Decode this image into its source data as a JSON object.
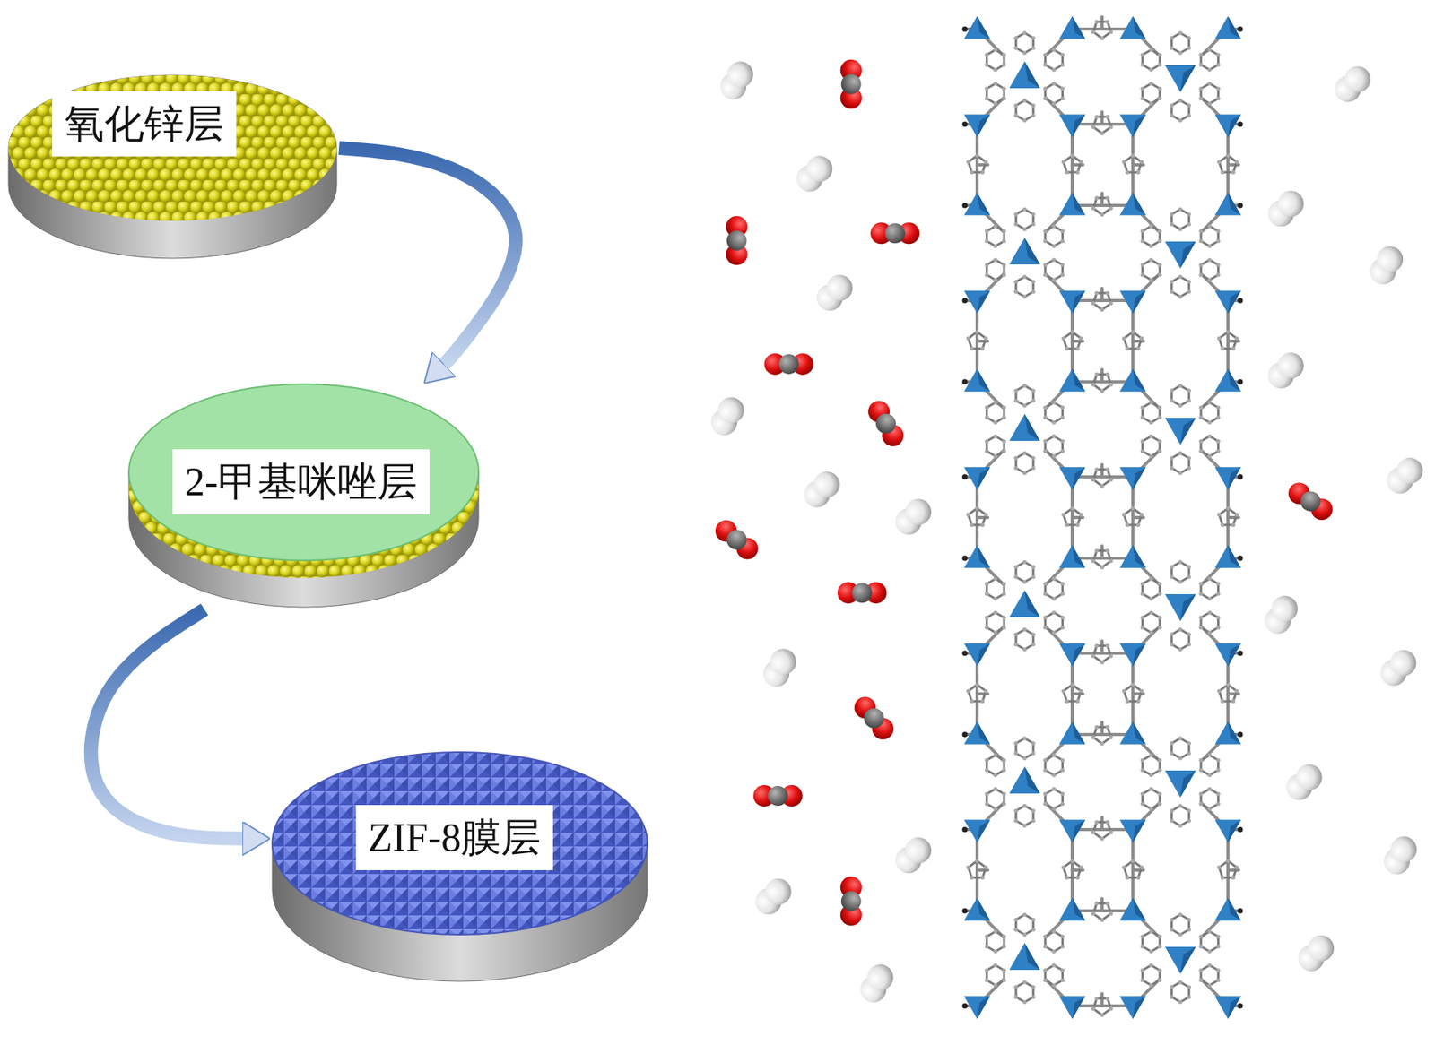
{
  "diagram": {
    "nodes": [
      {
        "text": [
          "氧化锌层"
        ]
      },
      {
        "text": [
          "2-甲基咪唑层"
        ]
      },
      {
        "text": [
          "ZIF-8膜层"
        ]
      }
    ],
    "edges": [
      {
        "from": 0,
        "to": 1,
        "arrow": "to"
      },
      {
        "from": 1,
        "to": 2,
        "arrow": "to"
      }
    ]
  }
}
